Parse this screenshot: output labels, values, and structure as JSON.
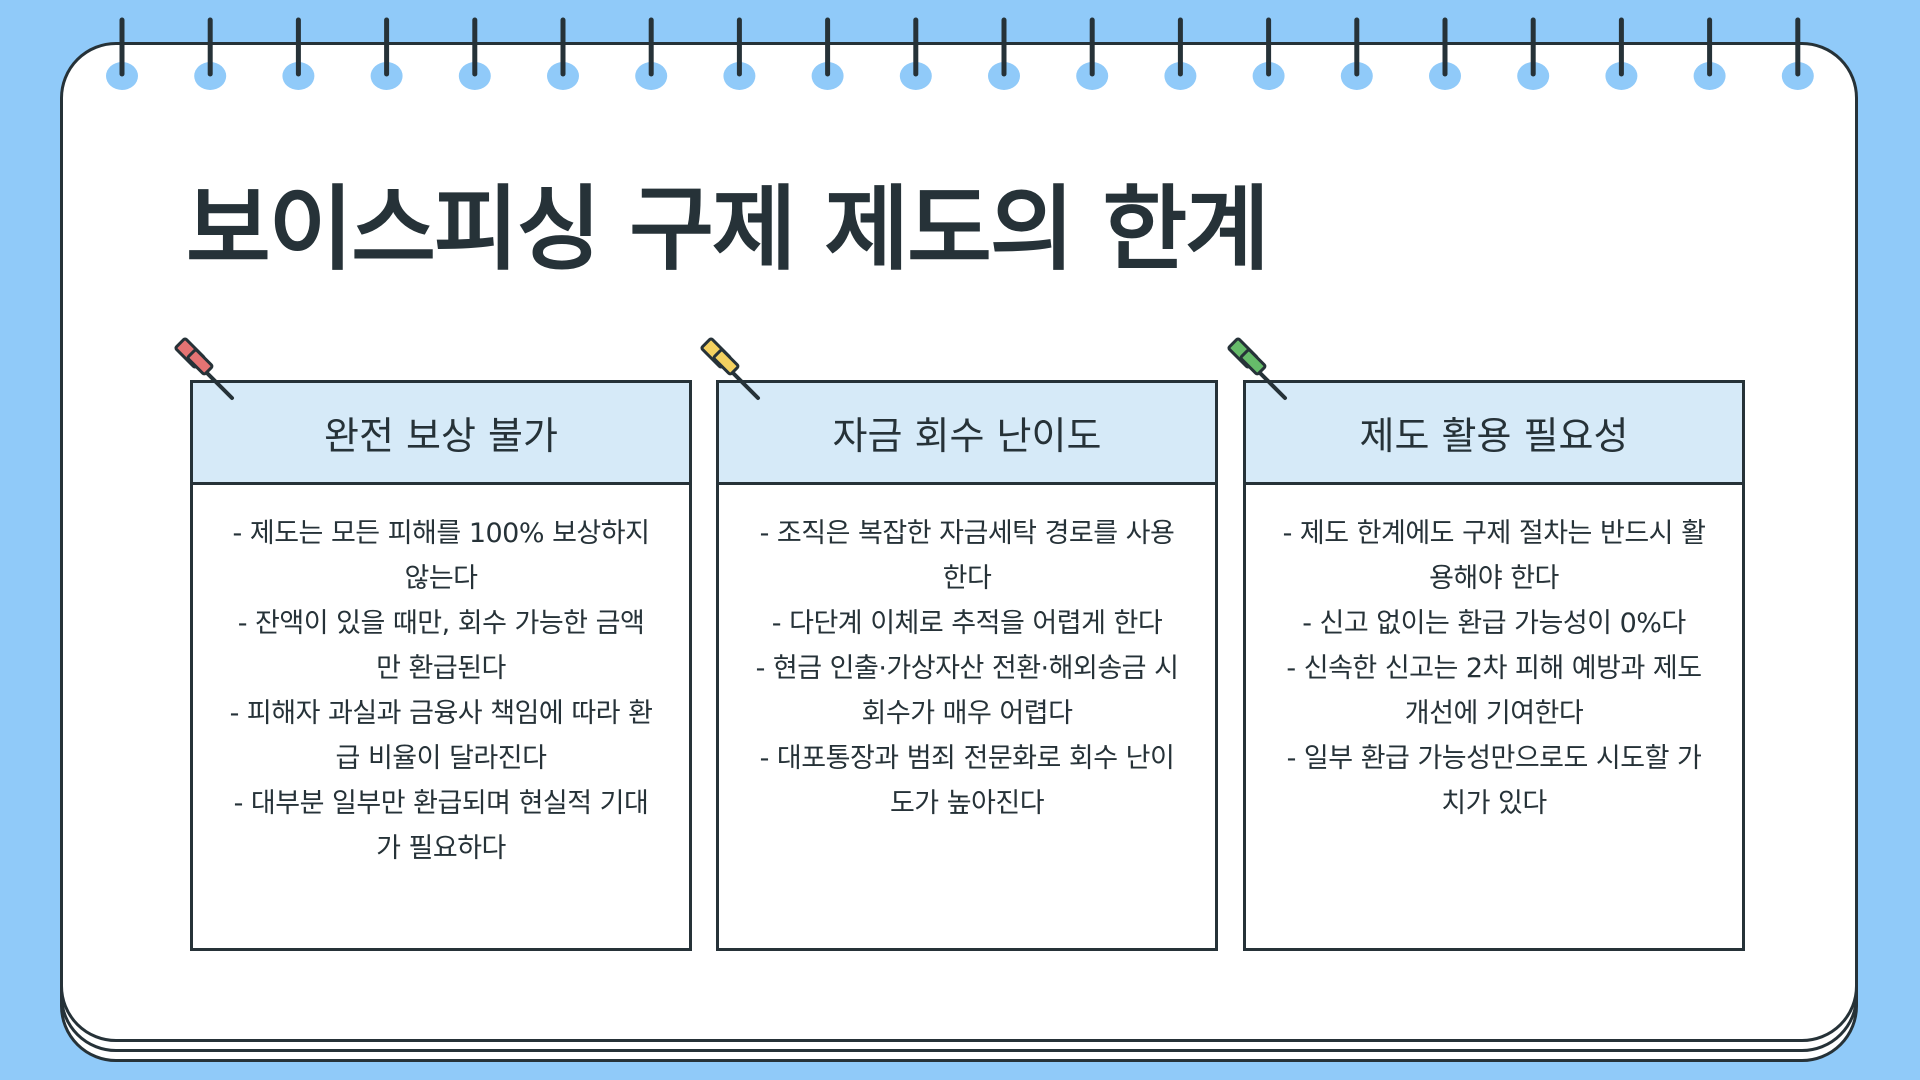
{
  "slide": {
    "title": "보이스피싱 구제 제도의 한계"
  },
  "cards": [
    {
      "title": "완전 보상 불가",
      "pin_color": "#e57373",
      "lines": [
        "- 제도는 모든 피해를 100% 보상하지 않는다",
        "- 잔액이 있을 때만, 회수 가능한 금액만 환급된다",
        "- 피해자 과실과 금융사 책임에 따라 환급 비율이 달라진다",
        "- 대부분 일부만 환급되며 현실적 기대가 필요하다"
      ]
    },
    {
      "title": "자금 회수 난이도",
      "pin_color": "#f4d160",
      "lines": [
        "- 조직은 복잡한 자금세탁 경로를 사용한다",
        "- 다단계 이체로 추적을 어렵게 한다",
        "- 현금 인출·가상자산 전환·해외송금 시 회수가 매우 어렵다",
        "- 대포통장과 범죄 전문화로 회수 난이도가 높아진다"
      ]
    },
    {
      "title": "제도 활용 필요성",
      "pin_color": "#66bb6a",
      "lines": [
        "- 제도 한계에도 구제 절차는 반드시 활용해야 한다",
        "- 신고 없이는 환급 가능성이 0%다",
        "- 신속한 신고는 2차 피해 예방과 제도 개선에 기여한다",
        "- 일부 환급 가능성만으로도 시도할 가치가 있다"
      ]
    }
  ],
  "colors": {
    "background": "#90caf9",
    "ink": "#263238",
    "ring_hole": "#90caf9",
    "card_header": "#d6eaf8"
  }
}
